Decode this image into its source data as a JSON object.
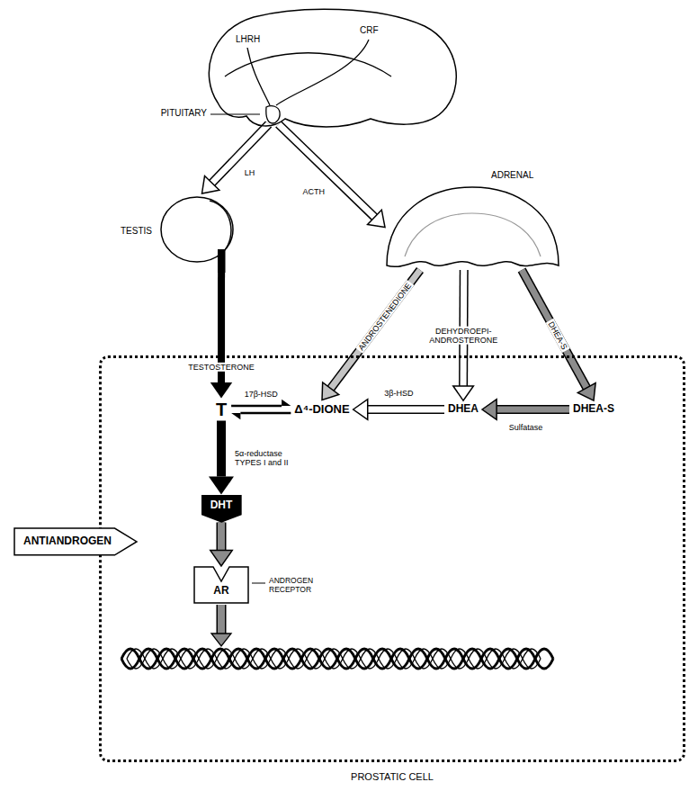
{
  "diagram": {
    "nodes": [
      {
        "text": [
          "LHRH",
          "CRF"
        ]
      },
      {
        "text": [
          "PITUITARY"
        ]
      },
      {
        "text": [
          "TESTIS"
        ]
      },
      {
        "text": [
          "ADRENAL"
        ]
      },
      {
        "text": [
          "PROSTATIC CELL"
        ]
      },
      {
        "text": [
          "T"
        ],
        "in": 4
      },
      {
        "text": [
          "Δ⁴-DIONE"
        ],
        "in": 4
      },
      {
        "text": [
          "DHEA"
        ],
        "in": 4
      },
      {
        "text": [
          "DHEA-S"
        ],
        "in": 4
      },
      {
        "text": [
          "DHT"
        ],
        "in": 4
      },
      {
        "text": [
          "ANTIANDROGEN"
        ]
      },
      {
        "text": [
          "AR"
        ],
        "in": 4
      }
    ],
    "edges": [
      {
        "from": 1,
        "to": 2,
        "label": "LH",
        "arrow": "to"
      },
      {
        "from": 1,
        "to": 3,
        "label": "ACTH",
        "arrow": "to"
      },
      {
        "from": 2,
        "to": 5,
        "label": "TESTOSTERONE",
        "arrow": "to"
      },
      {
        "from": 3,
        "to": 6,
        "label": "ANDROSTENEDIONE",
        "arrow": "to"
      },
      {
        "from": 3,
        "to": 7,
        "label": "DEHYDROEPI- ANDROSTERONE",
        "arrow": "to"
      },
      {
        "from": 3,
        "to": 8,
        "label": "DHEA-S",
        "arrow": "to"
      },
      {
        "from": 5,
        "to": 6,
        "label": "17β-HSD",
        "arrow": "both"
      },
      {
        "from": 7,
        "to": 6,
        "label": "3β-HSD",
        "arrow": "to"
      },
      {
        "from": 8,
        "to": 7,
        "label": "Sulfatase",
        "arrow": "to"
      },
      {
        "from": 5,
        "to": 9,
        "label": "5α-reductase TYPES I and II",
        "arrow": "to"
      },
      {
        "from": 9,
        "to": 11,
        "arrow": "to"
      }
    ],
    "labels": [
      "ANDROGEN RECEPTOR"
    ]
  }
}
